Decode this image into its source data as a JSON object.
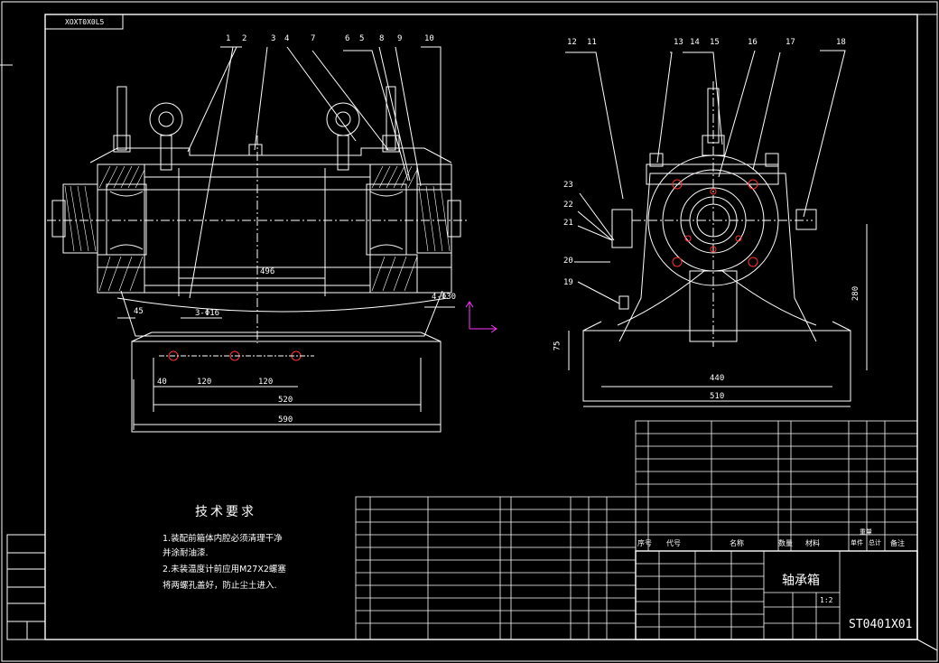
{
  "drawing": {
    "frame_code": "XOXT0X0L5",
    "title": "轴承箱",
    "drawing_number": "ST0401X01"
  },
  "balloons": [
    "1",
    "2",
    "3",
    "4",
    "7",
    "6",
    "5",
    "8",
    "9",
    "10",
    "12",
    "11",
    "13",
    "14",
    "15",
    "16",
    "17",
    "18",
    "23",
    "22",
    "21",
    "20",
    "19"
  ],
  "dimensions": {
    "front": [
      "496",
      "45",
      "3-Φ16",
      "4-Φ30",
      "40",
      "120",
      "120",
      "520",
      "590"
    ],
    "side": [
      "440",
      "510",
      "280",
      "75"
    ]
  },
  "technical_requirements": {
    "title": "技术要求",
    "notes": [
      "1.装配前箱体内腔必须清理干净",
      "并涂耐油漆.",
      "2.未装温度计前应用M27X2螺塞",
      "将两螺孔盖好，防止尘土进入."
    ]
  },
  "bom_headers": [
    "序号",
    "代号",
    "名称",
    "数量",
    "材料",
    "单件",
    "总计",
    "重量",
    "备注"
  ],
  "title_block": {
    "scale": "1:2"
  },
  "colors": {
    "line": "#ffffff",
    "hatch": "#ffffff",
    "accent_red": "#ff3030",
    "axis": "#ff33ff",
    "yellow": "#ffff66"
  }
}
